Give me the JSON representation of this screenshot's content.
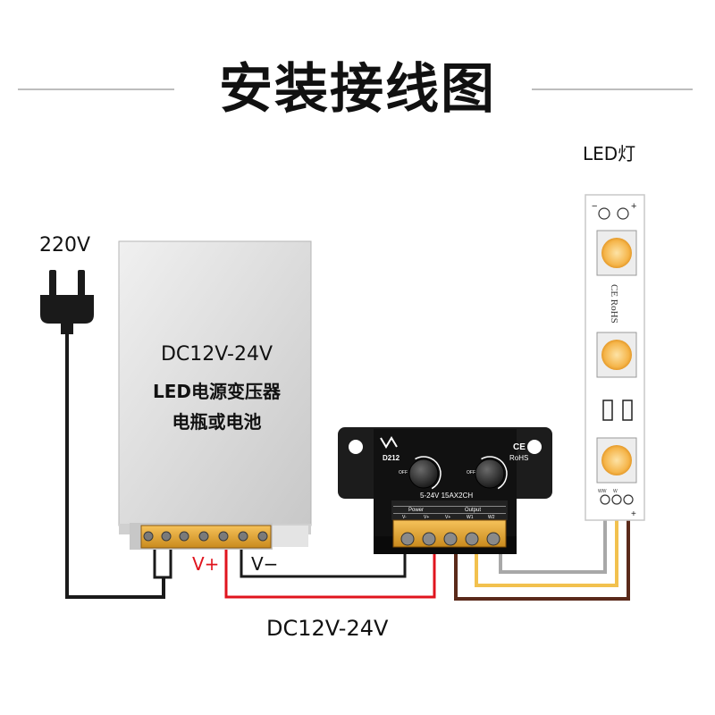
{
  "title": "安装接线图",
  "mains_label": "220V",
  "led_label": "LED灯",
  "psu": {
    "line1": "DC12V-24V",
    "line2": "LED电源变压器",
    "line3": "电瓶或电池"
  },
  "vplus_label": "V+",
  "vminus_label": "V−",
  "bottom_label": "DC12V-24V",
  "controller": {
    "brand": "D212",
    "ce": "CE",
    "rohs": "RoHS",
    "off_left": "OFF",
    "off_right": "OFF",
    "spec": "5-24V 15AX2CH",
    "power_header": "Power",
    "output_header": "Output",
    "terminals": [
      "V-",
      "V+",
      "V+",
      "W1",
      "W2"
    ]
  },
  "strip": {
    "minus": "−",
    "plus": "+",
    "ce_rohs": "CE RoHS",
    "pins": [
      "WW",
      "W"
    ],
    "bottom_plus": "+"
  },
  "wire_colors": {
    "black": "#1a1a1a",
    "red": "#e0141e",
    "brown": "#5a2a1a",
    "yellow": "#f2c14e",
    "gray": "#a8a8a8"
  }
}
